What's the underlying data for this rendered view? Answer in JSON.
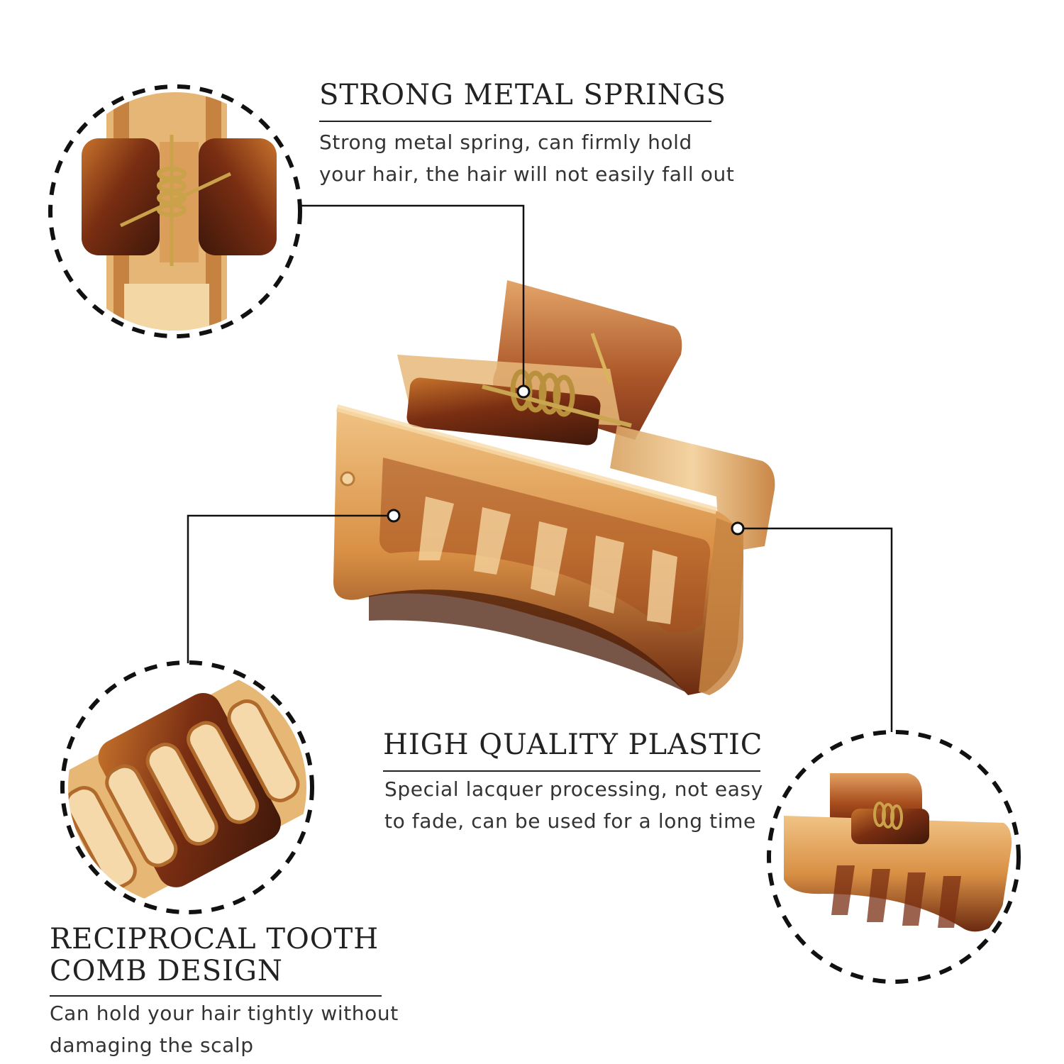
{
  "features": [
    {
      "title": "STRONG METAL SPRINGS",
      "desc_lines": [
        "Strong metal spring, can firmly hold",
        "your hair, the hair will not easily fall out"
      ]
    },
    {
      "title": "HIGH QUALITY PLASTIC",
      "desc_lines": [
        "Special lacquer processing, not easy",
        "to fade, can be used for a long time"
      ]
    },
    {
      "title_lines": [
        "RECIPROCAL TOOTH",
        "COMB DESIGN"
      ],
      "desc_lines": [
        "Can hold your hair tightly without",
        "damaging the scalp"
      ]
    }
  ],
  "colors": {
    "amber_light": "#e9b873",
    "amber_mid": "#c9803a",
    "tortoise_dark": "#5a2410",
    "brass": "#c9a24a",
    "text": "#222222"
  }
}
